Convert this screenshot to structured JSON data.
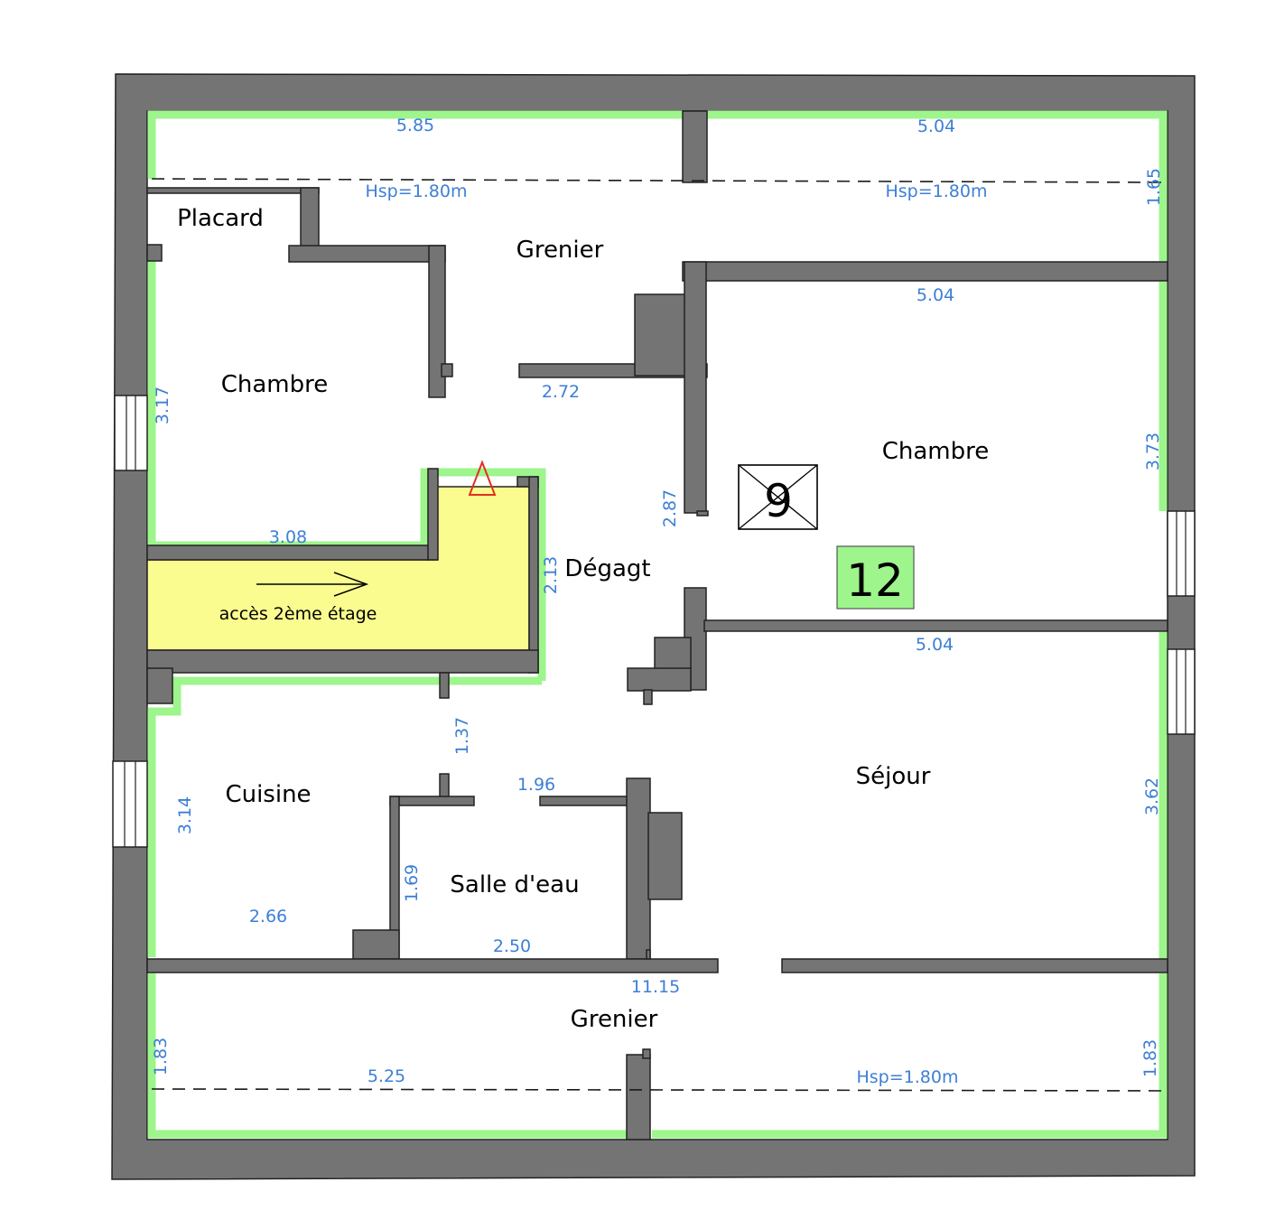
{
  "rooms": {
    "placard": "Placard",
    "grenier_top": "Grenier",
    "chambre_left": "Chambre",
    "chambre_right": "Chambre",
    "degagement": "Dégagt",
    "cuisine": "Cuisine",
    "salle_eau": "Salle d'eau",
    "sejour": "Séjour",
    "grenier_bottom": "Grenier"
  },
  "dimensions": {
    "grenier_top_left_width": "5.85",
    "grenier_top_right_width": "5.04",
    "grenier_top_left_hsp": "Hsp=1.80m",
    "grenier_top_right_hsp": "Hsp=1.80m",
    "grenier_top_depth": "1.65",
    "chambre_right_width": "5.04",
    "chambre_right_depth": "3.73",
    "degagement_top_width": "2.72",
    "degagement_right_height": "2.87",
    "chambre_left_depth": "3.17",
    "chambre_left_width": "3.08",
    "stair_height": "2.13",
    "sejour_width": "5.04",
    "sejour_depth": "3.62",
    "corridor_length": "1.37",
    "salle_eau_top": "1.96",
    "cuisine_depth": "3.14",
    "salle_eau_depth": "1.69",
    "cuisine_width": "2.66",
    "salle_eau_width": "2.50",
    "total_length": "11.15",
    "grenier_bottom_left_depth": "1.83",
    "grenier_bottom_left_width": "5.25",
    "grenier_bottom_right_hsp": "Hsp=1.80m",
    "grenier_bottom_right_depth": "1.83"
  },
  "notes": {
    "stairs_access": "accès 2ème étage"
  },
  "badges": {
    "floor_number": "9",
    "room_count": "12"
  },
  "colors": {
    "wall": "#747474",
    "zone_border": "#9df58c",
    "stair_fill": "#fbfc8f",
    "badge_fill": "#9df58c",
    "dimension_text": "#3d7fd6",
    "warning_triangle": "#e0301e"
  }
}
